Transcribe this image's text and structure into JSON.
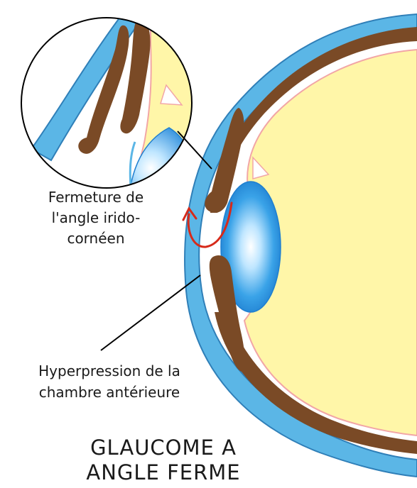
{
  "labels": {
    "angle_closure": [
      "Fermeture de",
      "l'angle irido-",
      "cornéen"
    ],
    "pressure": [
      "Hyperpression de la",
      "chambre antérieure"
    ]
  },
  "title": [
    "GLAUCOME A",
    "ANGLE FERME"
  ],
  "colors": {
    "cornea": "#5bb6e6",
    "cornea_outline": "#2f7fb8",
    "iris": "#7a4a26",
    "lens_fill": "#3aa3e8",
    "lens_center": "#ffffff",
    "vitreous": "#fff6a8",
    "vitreous_outline": "#f2a6a6",
    "flow_arrow": "#d62a1a",
    "leader_line": "#000000"
  }
}
